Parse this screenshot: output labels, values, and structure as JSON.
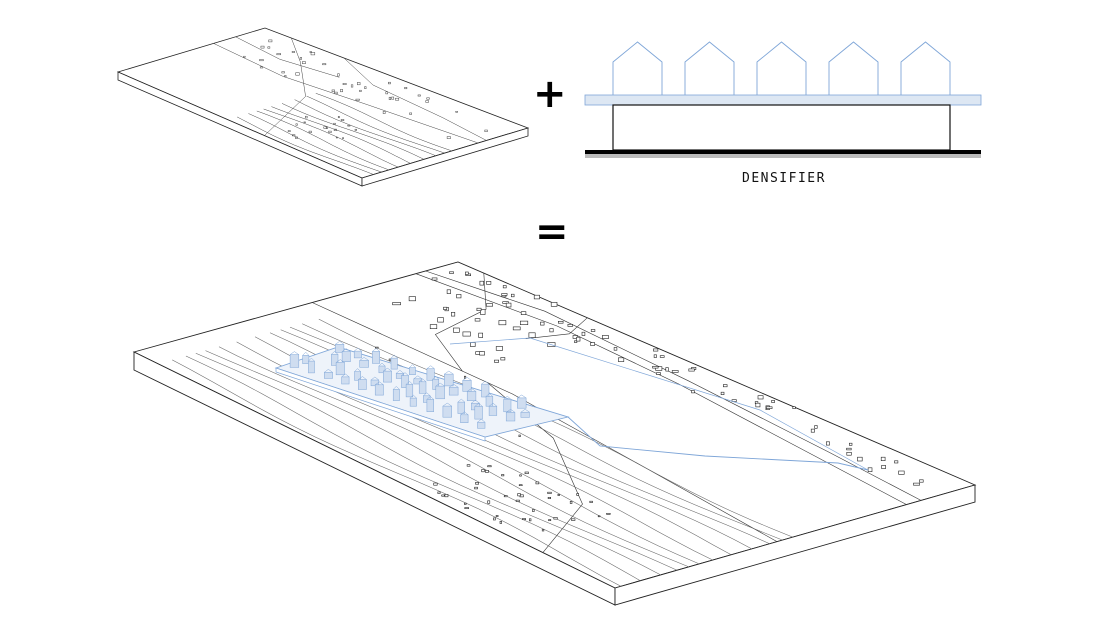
{
  "operators": {
    "plus": "+",
    "equals": "="
  },
  "caption": "DENSIFIER",
  "colors": {
    "line": "#222222",
    "terrain_line": "#555555",
    "accent_blue": "#7fa6d8",
    "accent_fill": "#cfddf0",
    "slab_fill": "#dde7f3",
    "ground_grey": "#bbbbbb",
    "background": "#ffffff"
  },
  "icons": [
    "house-icon",
    "roof-slab",
    "ground-line",
    "terrain-block"
  ]
}
